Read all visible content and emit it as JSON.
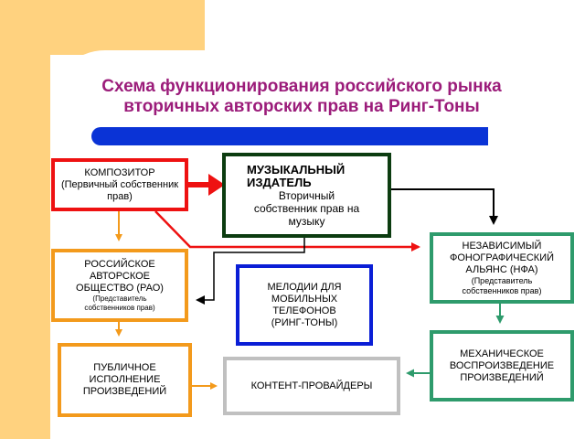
{
  "title": "Схема функционирования российского рынка вторичных авторских прав на Ринг-Тоны",
  "boxes": {
    "composer": {
      "main": "КОМПОЗИТОР",
      "sub": "(Первичный собственник прав)"
    },
    "publisher": {
      "main_line1": "МУЗЫКАЛЬНЫЙ",
      "main_line2": "ИЗДАТЕЛЬ",
      "sub": "Вторичный собственник прав на музыку"
    },
    "rao": {
      "main": "РОССИЙСКОЕ АВТОРСКОЕ ОБЩЕСТВО (РАО)",
      "sub": "(Представитель собственников прав)"
    },
    "melodies": {
      "main": "МЕЛОДИИ ДЛЯ МОБИЛЬНЫХ ТЕЛЕФОНОВ (РИНГ-ТОНЫ)"
    },
    "nfa": {
      "main": "НЕЗАВИСИМЫЙ ФОНОГРАФИЧЕСКИЙ АЛЬЯНС (НФА)",
      "sub": "(Представитель собственников прав)"
    },
    "public": {
      "main": "ПУБЛИЧНОЕ ИСПОЛНЕНИЕ ПРОИЗВЕДЕНИЙ"
    },
    "content": {
      "main": "КОНТЕНТ-ПРОВАЙДЕРЫ"
    },
    "mechanical": {
      "main": "МЕХАНИЧЕСКОЕ ВОСПРОИЗВЕДЕНИЕ ПРОИЗВЕДЕНИЙ"
    }
  },
  "colors": {
    "title": "#9b1c7a",
    "bar": "#0a33d6",
    "background_accent": "#ffd27f",
    "red": "#ee1111",
    "orange": "#f39a1c",
    "green": "#2e9b6c",
    "dark_green": "#0c3c10",
    "blue": "#0a1ed6",
    "gray": "#c0c0c0"
  }
}
